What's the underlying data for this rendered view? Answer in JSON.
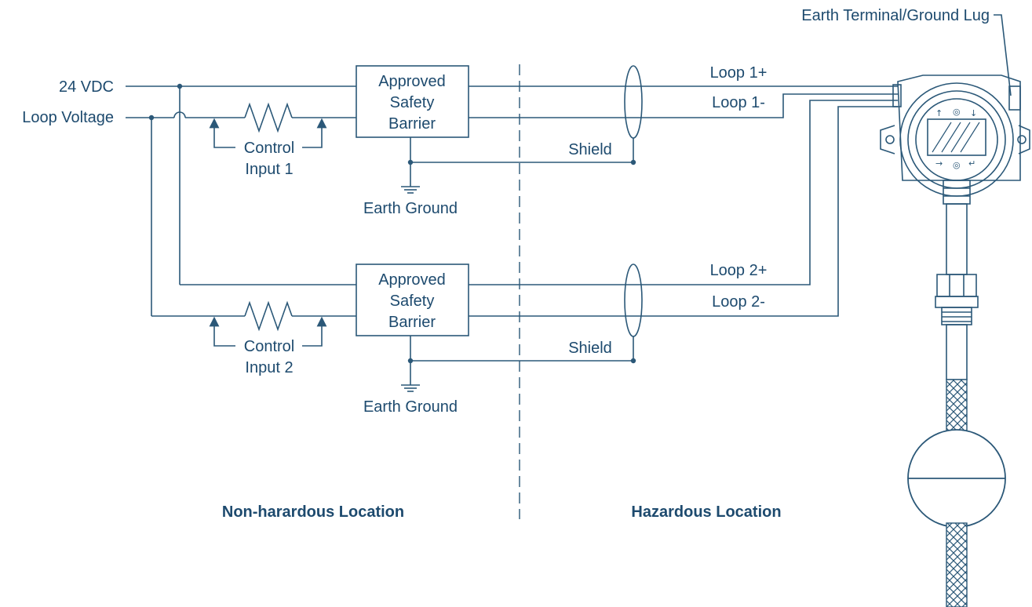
{
  "sources": {
    "v24": "24 VDC",
    "loop_voltage": "Loop Voltage"
  },
  "barrier1": {
    "line1": "Approved",
    "line2": "Safety",
    "line3": "Barrier"
  },
  "barrier2": {
    "line1": "Approved",
    "line2": "Safety",
    "line3": "Barrier"
  },
  "control1": {
    "line1": "Control",
    "line2": "Input 1"
  },
  "control2": {
    "line1": "Control",
    "line2": "Input 2"
  },
  "ground1": "Earth Ground",
  "ground2": "Earth Ground",
  "shield1": "Shield",
  "shield2": "Shield",
  "loops": {
    "l1p": "Loop 1+",
    "l1m": "Loop 1-",
    "l2p": "Loop 2+",
    "l2m": "Loop 2-"
  },
  "earth_terminal": "Earth Terminal/Ground Lug",
  "zones": {
    "non_hazardous": "Non-harardous Location",
    "hazardous": "Hazardous Location"
  },
  "colors": {
    "wire": "#2b5878",
    "text": "#1d4a6e"
  }
}
